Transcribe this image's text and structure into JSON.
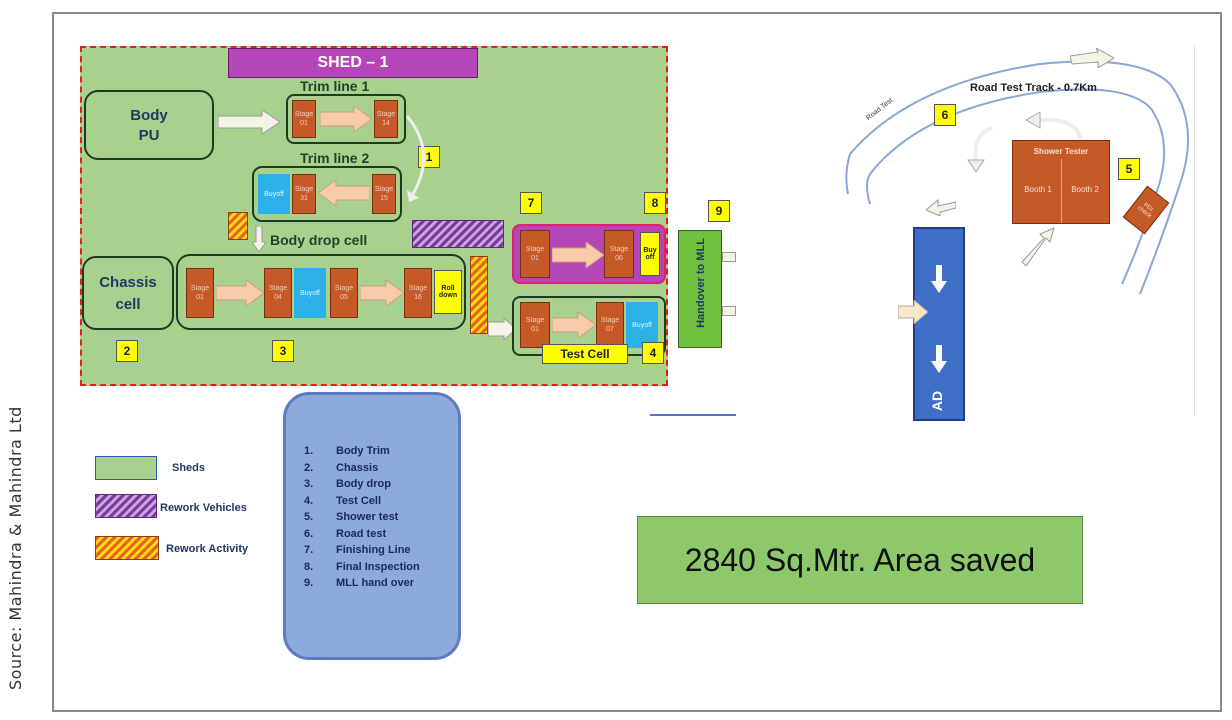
{
  "source": "Source: Mahindra & Mahindra Ltd",
  "shed": {
    "title": "SHED – 1",
    "body_pu": "Body\nPU",
    "trim1": "Trim line 1",
    "trim2": "Trim line 2",
    "body_drop": "Body drop cell",
    "chassis": "Chassis\ncell",
    "test_cell": "Test Cell",
    "handover": "Handover to MLL",
    "stages": {
      "t1a": "Stage 01",
      "t1b": "Stage 14",
      "t2a": "Stage 31",
      "t2b": "Stage 15",
      "c1": "Stage 01",
      "c2": "Stage 04",
      "c3": "Stage 05",
      "c4": "Stage 16",
      "f1": "Stage 01",
      "f2": "Stage 06",
      "tc1": "Stage 01",
      "tc2": "Stage 07"
    },
    "buyoff": "Buyoff",
    "buy_off": "Buy off",
    "roll_down": "Roll down",
    "nums": [
      "1",
      "2",
      "3",
      "4",
      "5",
      "6",
      "7",
      "8",
      "9"
    ]
  },
  "track": {
    "title": "Road Test Track - 0.7Km",
    "road_test": "Road Test",
    "shower_tester": "Shower Tester",
    "booth1": "Booth 1",
    "booth2": "Booth 2",
    "pdi": "PDI check",
    "road": "AD"
  },
  "legend": {
    "sheds": "Sheds",
    "rework_vehicles": "Rework Vehicles",
    "rework_activity": "Rework Activity"
  },
  "list": [
    {
      "n": "1.",
      "t": "Body Trim"
    },
    {
      "n": "2.",
      "t": "Chassis"
    },
    {
      "n": "3.",
      "t": "Body drop"
    },
    {
      "n": "4.",
      "t": "Test Cell"
    },
    {
      "n": "5.",
      "t": "Shower test"
    },
    {
      "n": "6.",
      "t": "Road test"
    },
    {
      "n": "7.",
      "t": "Finishing Line"
    },
    {
      "n": "8.",
      "t": "Final Inspection"
    },
    {
      "n": "9.",
      "t": "MLL hand over"
    }
  ],
  "area_saved": "2840 Sq.Mtr. Area saved",
  "colors": {
    "shed": "#a9d18e",
    "stage": "#c55a28",
    "buyoff": "#2eb0e8",
    "marker": "#ffff00",
    "road": "#3f6ec7",
    "title": "#b446b8"
  }
}
